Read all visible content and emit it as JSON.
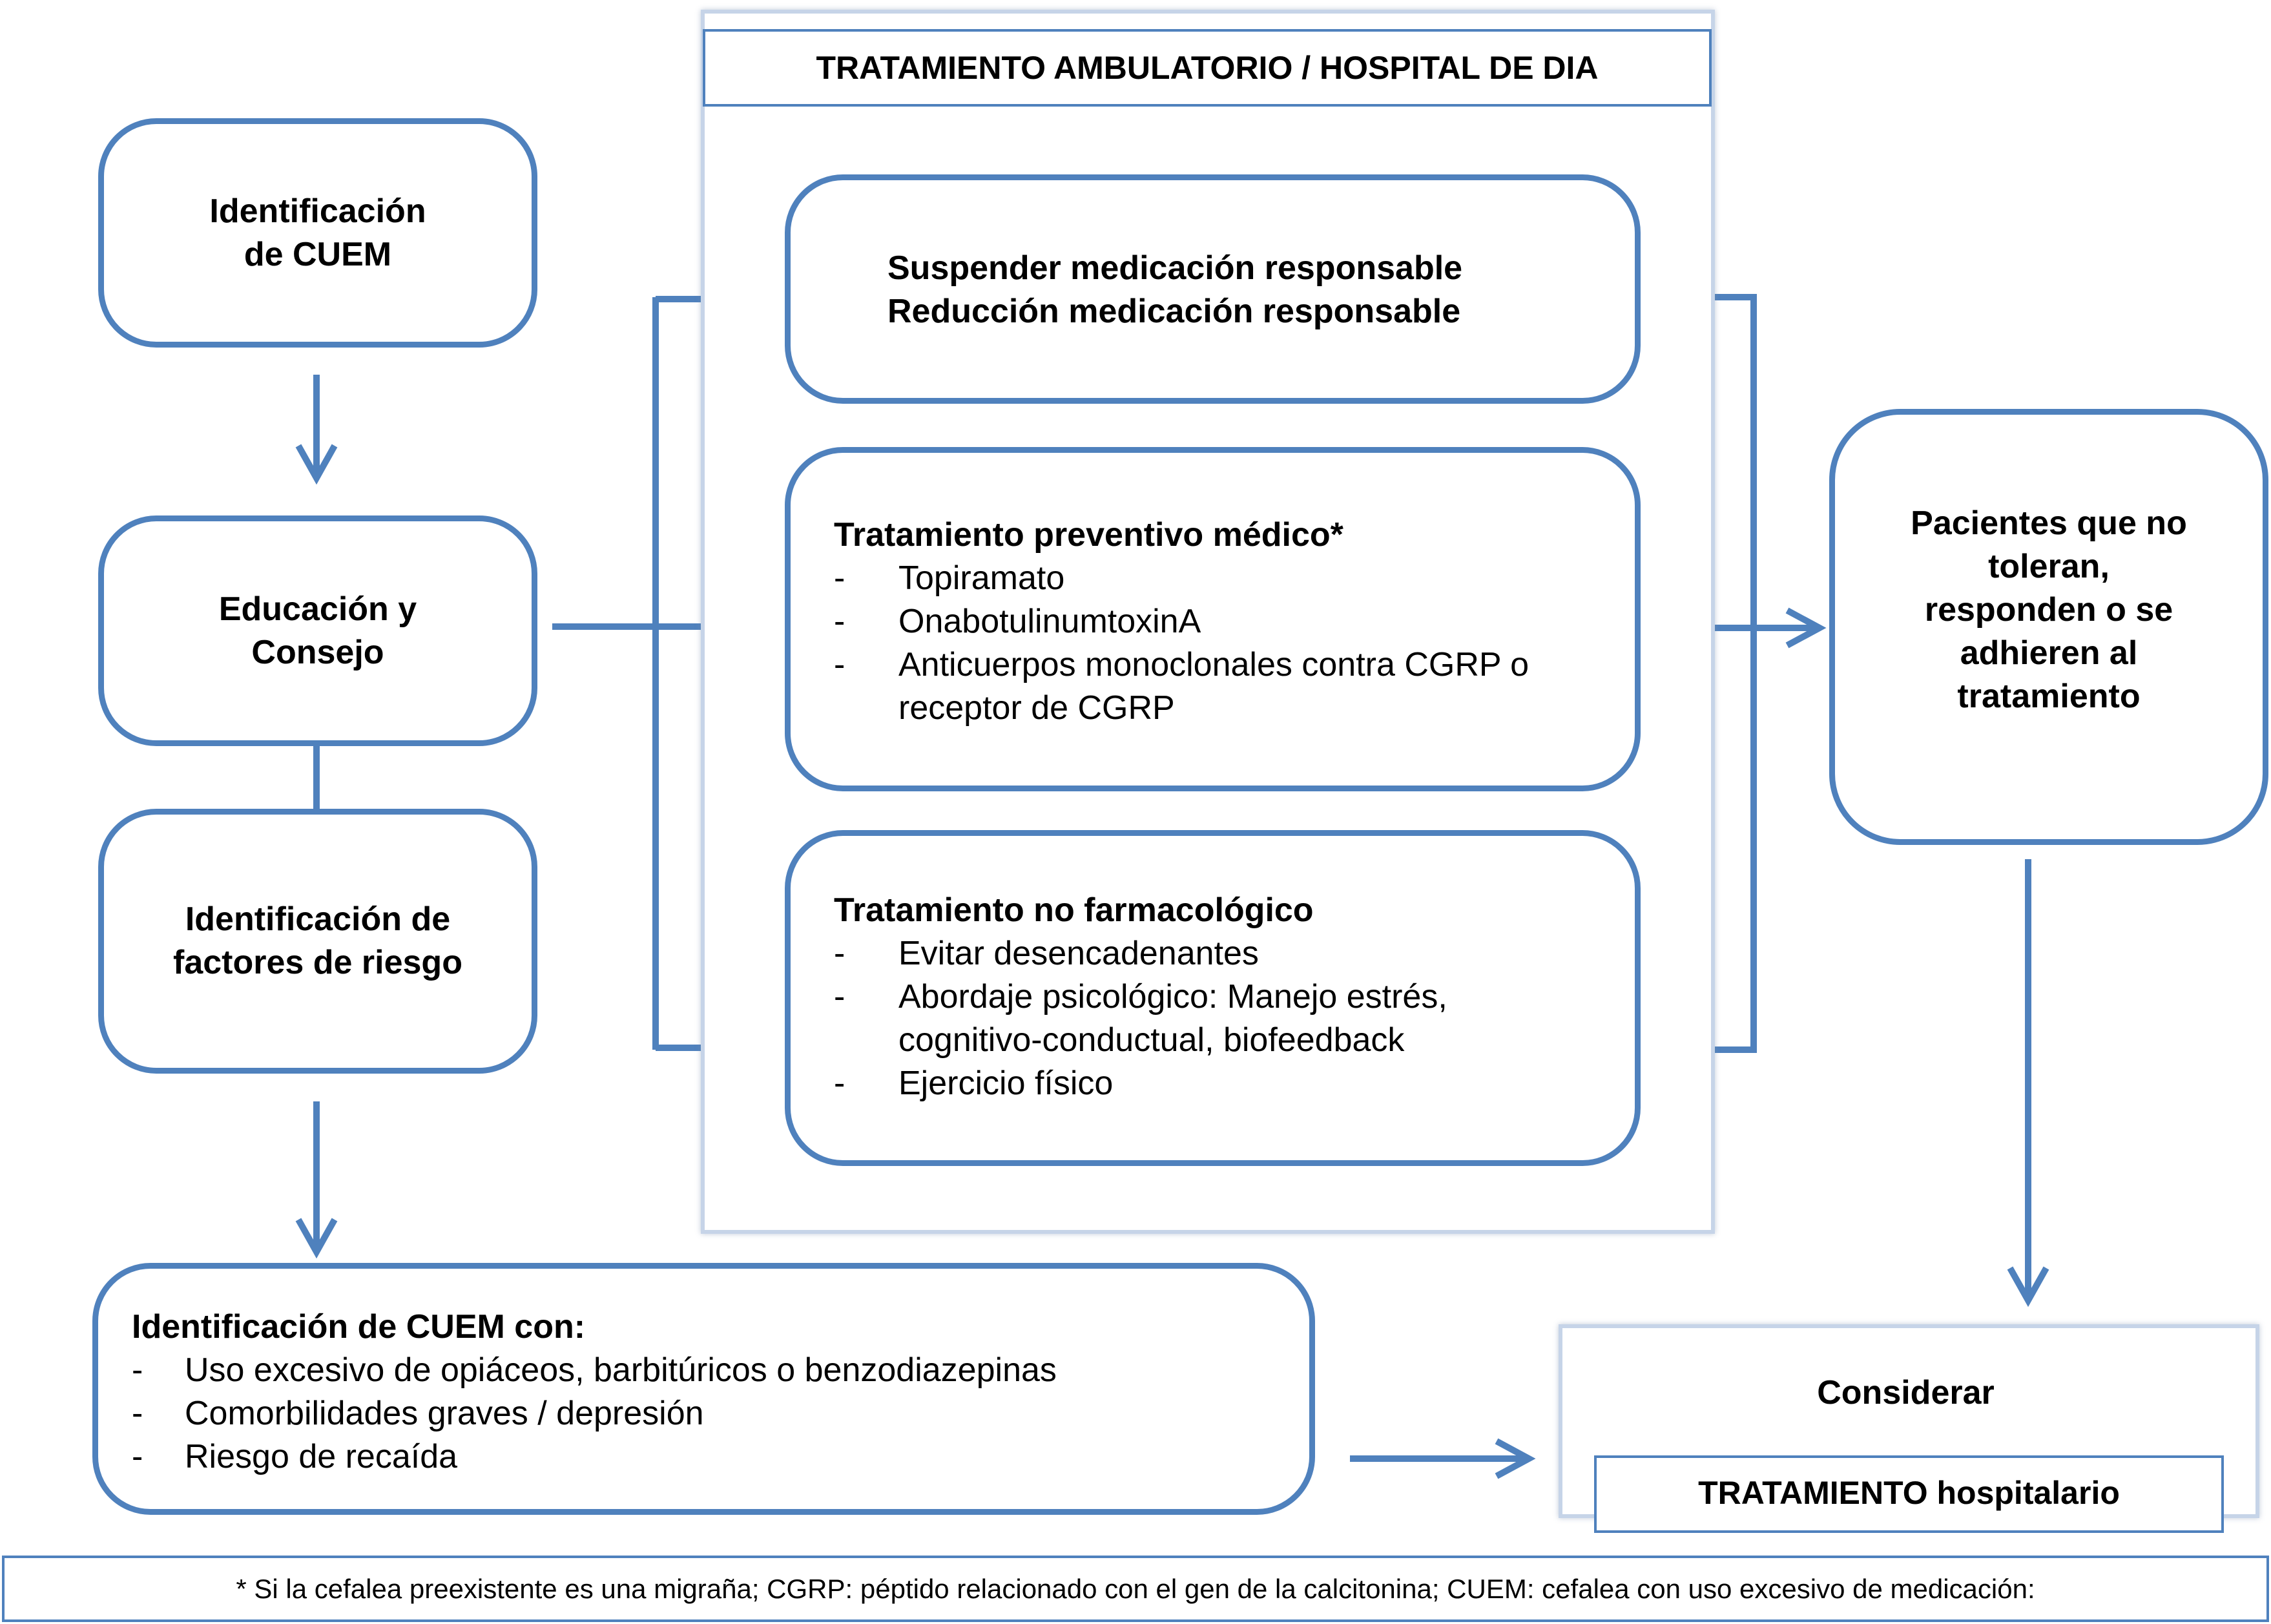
{
  "header": {
    "title": "TRATAMIENTO AMBULATORIO / HOSPITAL DE DIA"
  },
  "steps": {
    "identificacion": [
      "Identificación",
      "de CUEM"
    ],
    "educacion": [
      "Educación y",
      "Consejo"
    ],
    "factores": [
      "Identificación de",
      "factores de riesgo"
    ]
  },
  "treatments": {
    "medicacion": [
      "Suspender medicación responsable",
      "Reducción medicación responsable"
    ],
    "preventivo": {
      "title": "Tratamiento preventivo médico*",
      "items": [
        "Topiramato",
        "OnabotulinumtoxinA",
        "Anticuerpos monoclonales contra CGRP o receptor de CGRP"
      ]
    },
    "no_farmacologico": {
      "title": "Tratamiento no farmacológico",
      "items": [
        "Evitar desencadenantes",
        "Abordaje psicológico: Manejo estrés, cognitivo-conductual, biofeedback",
        "Ejercicio físico"
      ]
    }
  },
  "pacientes": [
    "Pacientes que no",
    "toleran,",
    "responden o se",
    "adhieren al",
    "tratamiento"
  ],
  "cuem_con": {
    "title": "Identificación de CUEM con:",
    "items": [
      "Uso excesivo de opiáceos, barbitúricos o benzodiazepinas",
      "Comorbilidades graves / depresión",
      "Riesgo de recaída"
    ]
  },
  "considerar": {
    "label": "Considerar",
    "hospital": "TRATAMIENTO hospitalario"
  },
  "footnote": "* Si la cefalea preexistente es una migraña; CGRP: péptido relacionado con el gen de la calcitonina; CUEM: cefalea con uso excesivo de medicación:",
  "colors": {
    "accent": "#4f81bd",
    "frame": "#c6d4e8"
  }
}
